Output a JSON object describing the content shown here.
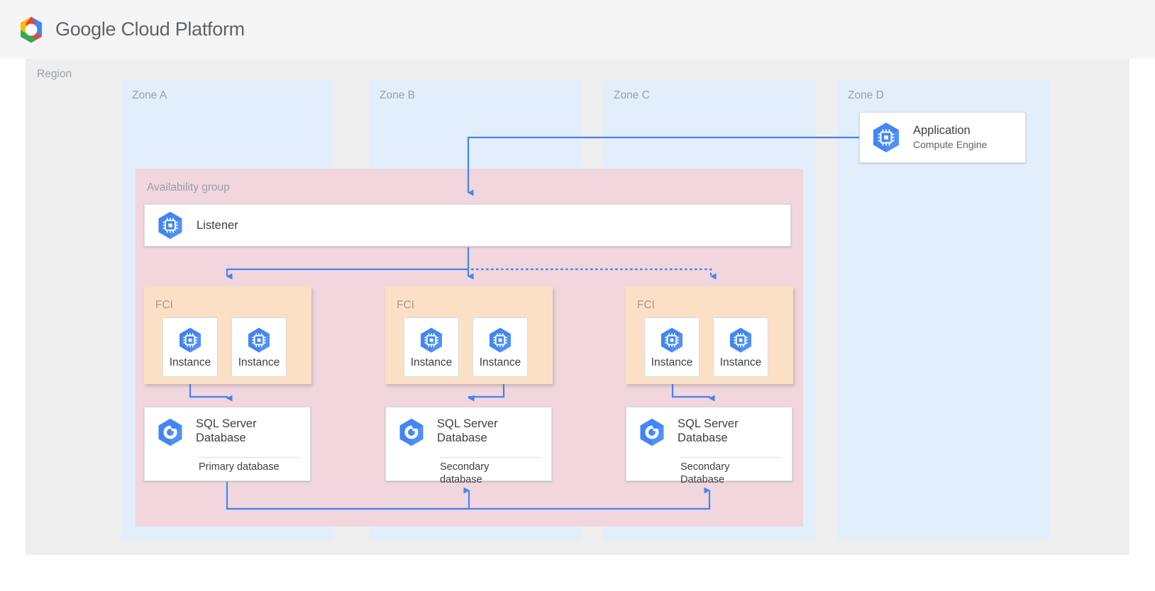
{
  "header": {
    "title_brand": "Google",
    "title_rest": " Cloud Platform",
    "logo_icon": "google-cloud-logo-icon"
  },
  "region": {
    "label": "Region",
    "zones": [
      {
        "id": "zone-a",
        "label": "Zone A"
      },
      {
        "id": "zone-b",
        "label": "Zone B"
      },
      {
        "id": "zone-c",
        "label": "Zone C"
      },
      {
        "id": "zone-d",
        "label": "Zone D"
      }
    ]
  },
  "application": {
    "title": "Application",
    "subtitle": "Compute Engine",
    "icon": "compute-engine-icon"
  },
  "availability_group": {
    "label": "Availability group",
    "listener": {
      "title": "Listener",
      "icon": "compute-engine-icon"
    },
    "fci_nodes": [
      {
        "id": "fci-a",
        "label": "FCI",
        "instances": [
          {
            "label": "Instance",
            "icon": "compute-engine-icon"
          },
          {
            "label": "Instance",
            "icon": "compute-engine-icon"
          }
        ]
      },
      {
        "id": "fci-b",
        "label": "FCI",
        "instances": [
          {
            "label": "Instance",
            "icon": "compute-engine-icon"
          },
          {
            "label": "Instance",
            "icon": "compute-engine-icon"
          }
        ]
      },
      {
        "id": "fci-c",
        "label": "FCI",
        "instances": [
          {
            "label": "Instance",
            "icon": "compute-engine-icon"
          },
          {
            "label": "Instance",
            "icon": "compute-engine-icon"
          }
        ]
      }
    ],
    "databases": [
      {
        "id": "db-a",
        "title": "SQL Server\nDatabase",
        "role": "Primary database",
        "icon": "sql-database-icon"
      },
      {
        "id": "db-b",
        "title": "SQL Server\nDatabase",
        "role": "Secondary\ndatabase",
        "icon": "sql-database-icon"
      },
      {
        "id": "db-c",
        "title": "SQL Server\nDatabase",
        "role": "Secondary\nDatabase",
        "icon": "sql-database-icon"
      }
    ]
  },
  "colors": {
    "page_background": "#ffffff",
    "header_background": "#f5f5f5",
    "region_background": "#eeeeee",
    "zone_background": "#e3eefc",
    "availability_group_background": "#f1d6dd",
    "fci_background": "#fce0c5",
    "card_background": "#ffffff",
    "connector_blue": "#4285f4",
    "icon_blue": "#4285f4",
    "label_gray": "#9aa0a6",
    "text_dark": "#3c4043"
  },
  "connectors": [
    {
      "name": "application-to-listener",
      "style": "solid",
      "from": "application",
      "to": "listener"
    },
    {
      "name": "listener-to-fci-a",
      "style": "solid",
      "from": "listener",
      "to": "fci-a"
    },
    {
      "name": "listener-to-fci-b",
      "style": "solid",
      "from": "listener",
      "to": "fci-b"
    },
    {
      "name": "listener-to-fci-c",
      "style": "dotted",
      "from": "listener",
      "to": "fci-c"
    },
    {
      "name": "fci-a-to-db-a",
      "style": "solid",
      "from": "fci-a",
      "to": "db-a"
    },
    {
      "name": "fci-b-to-db-b",
      "style": "solid",
      "from": "fci-b",
      "to": "db-b"
    },
    {
      "name": "fci-c-to-db-c",
      "style": "solid",
      "from": "fci-c",
      "to": "db-c"
    },
    {
      "name": "db-a-replication-to-db-b",
      "style": "solid",
      "from": "db-a",
      "to": "db-b"
    },
    {
      "name": "db-a-replication-to-db-c",
      "style": "solid",
      "from": "db-a",
      "to": "db-c"
    }
  ]
}
